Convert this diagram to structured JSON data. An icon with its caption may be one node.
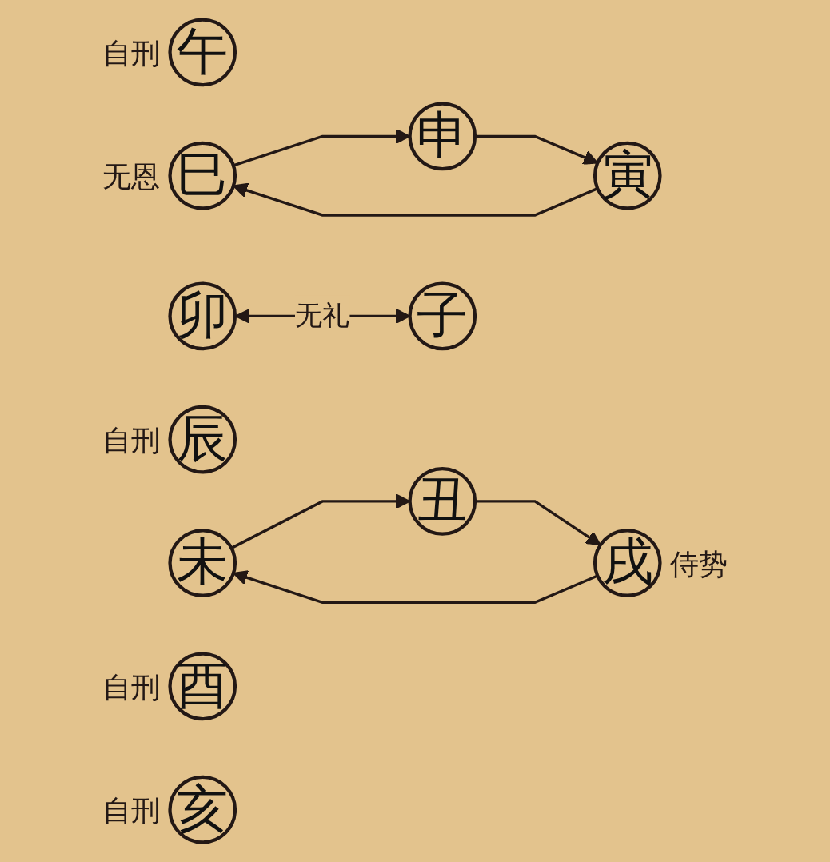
{
  "diagram": {
    "nodes": [
      {
        "text": [
          "午"
        ],
        "beside": [
          "自刑"
        ]
      },
      {
        "text": [
          "巳"
        ],
        "beside": [
          "无恩"
        ]
      },
      {
        "text": [
          "未"
        ]
      },
      {
        "text": [
          "辰"
        ],
        "beside": [
          "自刑"
        ]
      },
      {
        "text": [
          "申"
        ]
      },
      {
        "text": [
          "卯"
        ]
      },
      {
        "text": [
          "酉"
        ],
        "beside": [
          "自刑"
        ]
      },
      {
        "text": [
          "寅"
        ]
      },
      {
        "text": [
          "戌"
        ],
        "beside": [
          "侍势"
        ]
      },
      {
        "text": [
          "丑"
        ]
      },
      {
        "text": [
          "子"
        ]
      },
      {
        "text": [
          "亥"
        ],
        "beside": [
          "自刑"
        ]
      }
    ],
    "edges": [
      {
        "from": 1,
        "to": 4,
        "arrow": "to"
      },
      {
        "from": 4,
        "to": 7,
        "arrow": "to"
      },
      {
        "from": 7,
        "to": 1,
        "arrow": "to"
      },
      {
        "from": 2,
        "to": 9,
        "arrow": "to"
      },
      {
        "from": 9,
        "to": 8,
        "arrow": "to"
      },
      {
        "from": 8,
        "to": 2,
        "arrow": "to"
      },
      {
        "from": 5,
        "to": 10,
        "arrow": "both",
        "label": "无礼"
      }
    ]
  }
}
